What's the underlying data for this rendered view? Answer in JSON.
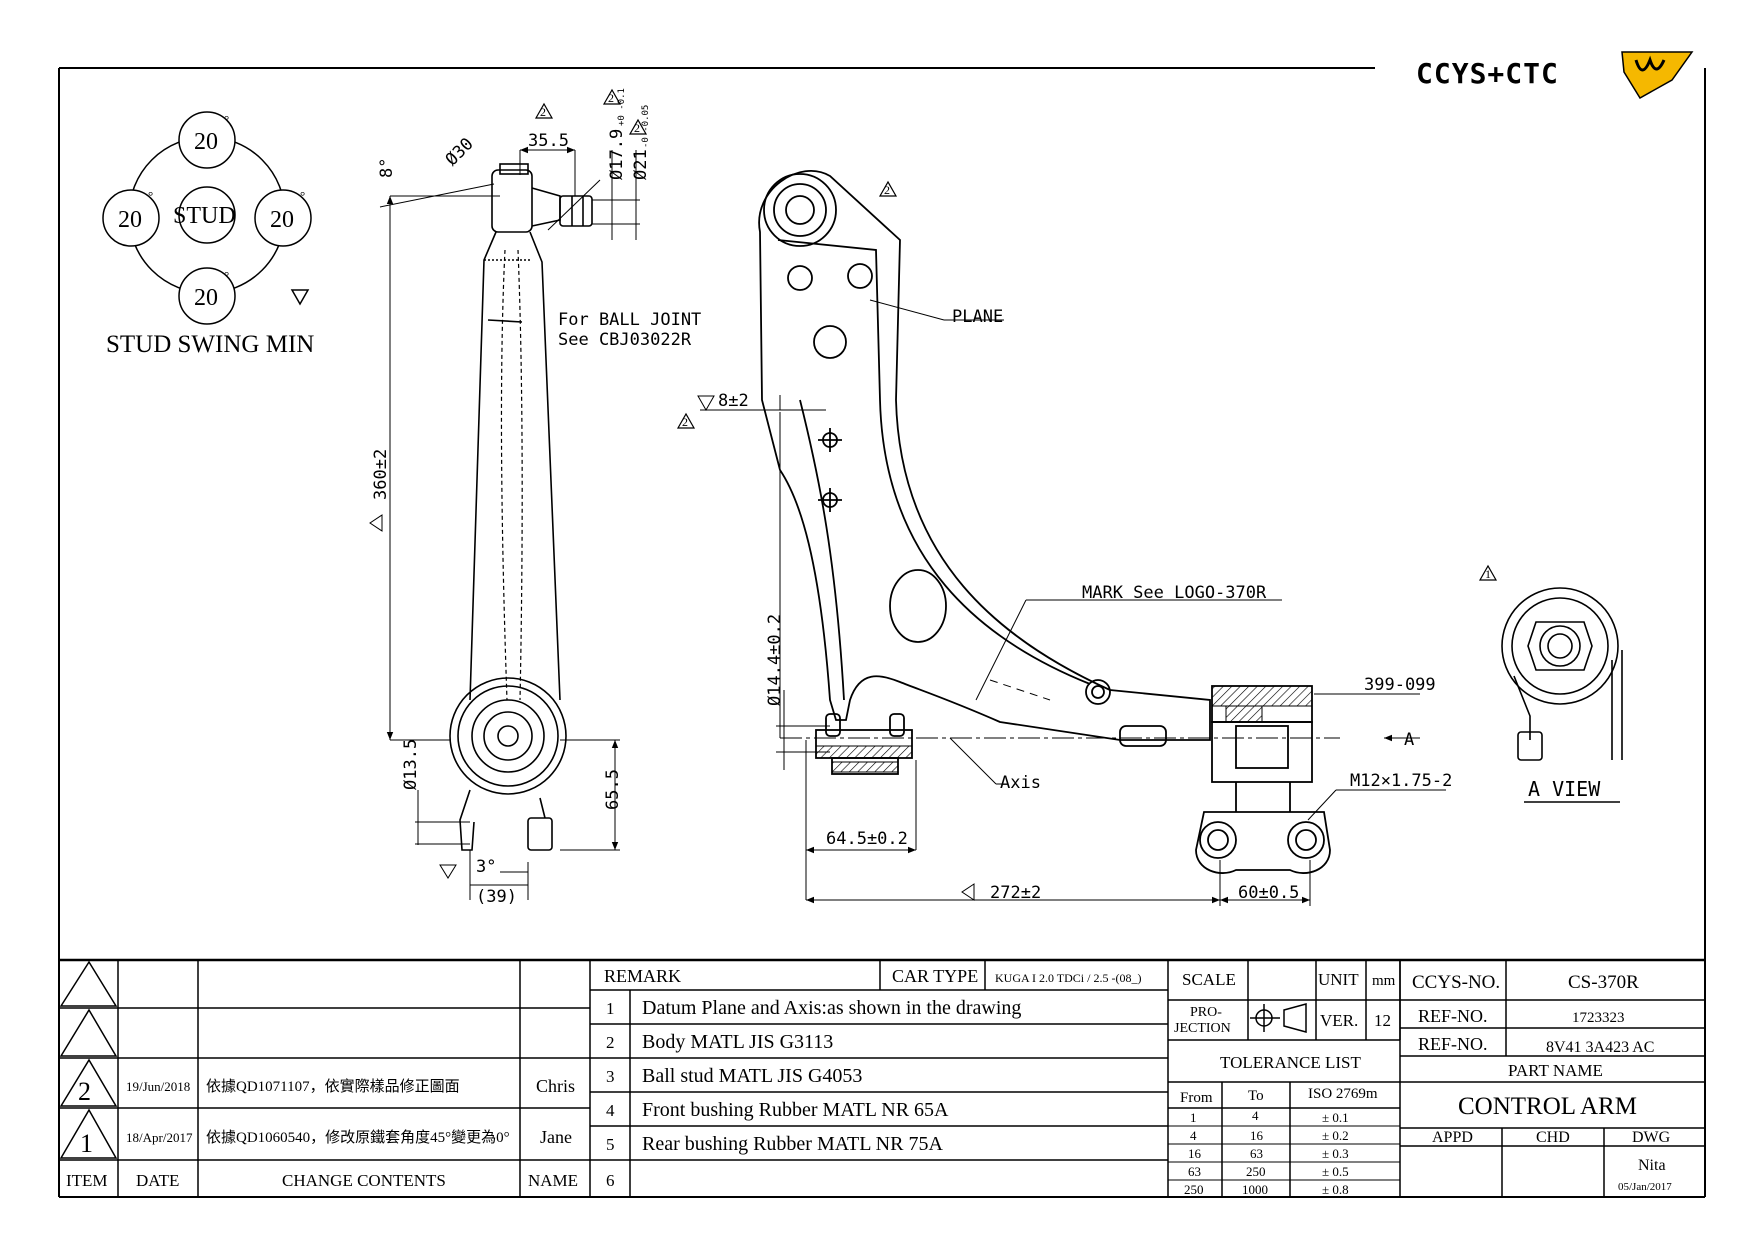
{
  "logo": {
    "text": "CCYS+CTC"
  },
  "swing": {
    "angle": "20",
    "deg": "°",
    "stud": "STUD",
    "caption": "STUD SWING MIN"
  },
  "side_view": {
    "dia30": "Ø30",
    "dim35_5": "35.5",
    "dia17_9": "Ø17.9",
    "dia17_9_tol": "+0 -0.1",
    "dia21": "Ø21",
    "dia21_tol": "-0 -0.05",
    "angle8": "8°",
    "length": "360±2",
    "ball_joint_1": "For BALL JOINT",
    "ball_joint_2": "See CBJ03022R",
    "dia13_5": "Ø13.5",
    "dim65_5": "65.5",
    "angle3": "3°",
    "dim39": "(39)"
  },
  "front_view": {
    "plane": "PLANE",
    "dim8": "8±2",
    "mark": "MARK See LOGO-370R",
    "part_399": "399-099",
    "arrowA": "A",
    "thread": "M12×1.75-2",
    "axis": "Axis",
    "dia14_4": "Ø14.4±0.2",
    "dim64_5": "64.5±0.2",
    "dim272": "272±2",
    "dim60": "60±0.5"
  },
  "a_view": {
    "label": "A VIEW",
    "rev": "1"
  },
  "revs": {
    "r1": "1",
    "r2": "2"
  },
  "changes": {
    "header": {
      "item": "ITEM",
      "date": "DATE",
      "contents": "CHANGE CONTENTS",
      "name": "NAME"
    },
    "rows": [
      {
        "item": "2",
        "date": "19/Jun/2018",
        "contents": "依據QD1071107，依實際樣品修正圖面",
        "name": "Chris"
      },
      {
        "item": "1",
        "date": "18/Apr/2017",
        "contents": "依據QD1060540，修改原鐵套角度45°變更為0°",
        "name": "Jane"
      }
    ]
  },
  "remark": {
    "title": "REMARK",
    "car_type_label": "CAR TYPE",
    "car_type": "KUGA I 2.0 TDCi / 2.5 -(08_)",
    "items": [
      {
        "n": "1",
        "text": "Datum Plane and Axis:as shown in the drawing"
      },
      {
        "n": "2",
        "text": "Body MATL JIS G3113"
      },
      {
        "n": "3",
        "text": "Ball stud MATL JIS G4053"
      },
      {
        "n": "4",
        "text": "Front bushing Rubber MATL NR 65A"
      },
      {
        "n": "5",
        "text": "Rear bushing Rubber MATL NR 75A"
      },
      {
        "n": "6",
        "text": ""
      }
    ]
  },
  "scale": {
    "scale_label": "SCALE",
    "unit_label": "UNIT",
    "unit": "mm",
    "projection_1": "PRO-",
    "projection_2": "JECTION",
    "ver_label": "VER.",
    "ver": "12",
    "tolerance_title": "TOLERANCE LIST",
    "tol_header": {
      "from": "From",
      "to": "To",
      "iso": "ISO 2769m"
    },
    "tol_rows": [
      {
        "from": "1",
        "to": "4",
        "tol": "± 0.1"
      },
      {
        "from": "4",
        "to": "16",
        "tol": "± 0.2"
      },
      {
        "from": "16",
        "to": "63",
        "tol": "± 0.3"
      },
      {
        "from": "63",
        "to": "250",
        "tol": "± 0.5"
      },
      {
        "from": "250",
        "to": "1000",
        "tol": "± 0.8"
      }
    ]
  },
  "title": {
    "ccys_label": "CCYS-NO.",
    "ccys": "CS-370R",
    "ref1_label": "REF-NO.",
    "ref1": "1723323",
    "ref2_label": "REF-NO.",
    "ref2": "8V41 3A423 AC",
    "part_name_label": "PART NAME",
    "part_name": "CONTROL ARM",
    "appd": "APPD",
    "chd": "CHD",
    "dwg": "DWG",
    "drawer": "Nita",
    "date": "05/Jan/2017"
  }
}
